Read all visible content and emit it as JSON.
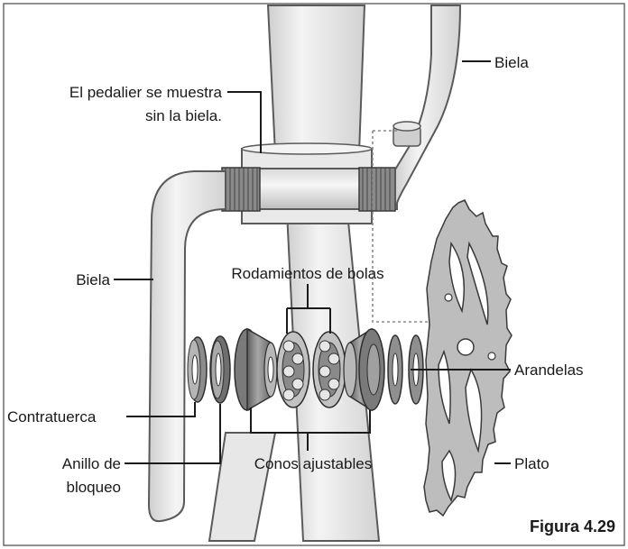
{
  "labels": {
    "pedalier_line1": "El pedalier se muestra",
    "pedalier_line2": "sin la biela.",
    "biela_right": "Biela",
    "biela_left": "Biela",
    "rodamientos": "Rodamientos de bolas",
    "arandelas": "Arandelas",
    "contratuerca": "Contratuerca",
    "anillo_line1": "Anillo de",
    "anillo_line2": "bloqueo",
    "conos": "Conos ajustables",
    "plato": "Plato",
    "figura": "Figura 4.29"
  },
  "colors": {
    "frame": "#ededed",
    "frame_shadow": "#c9c9c9",
    "part_dark": "#6e6e6e",
    "part_mid": "#9a9a9a",
    "part_light": "#c4c4c4",
    "ink": "#1a1a1a"
  }
}
